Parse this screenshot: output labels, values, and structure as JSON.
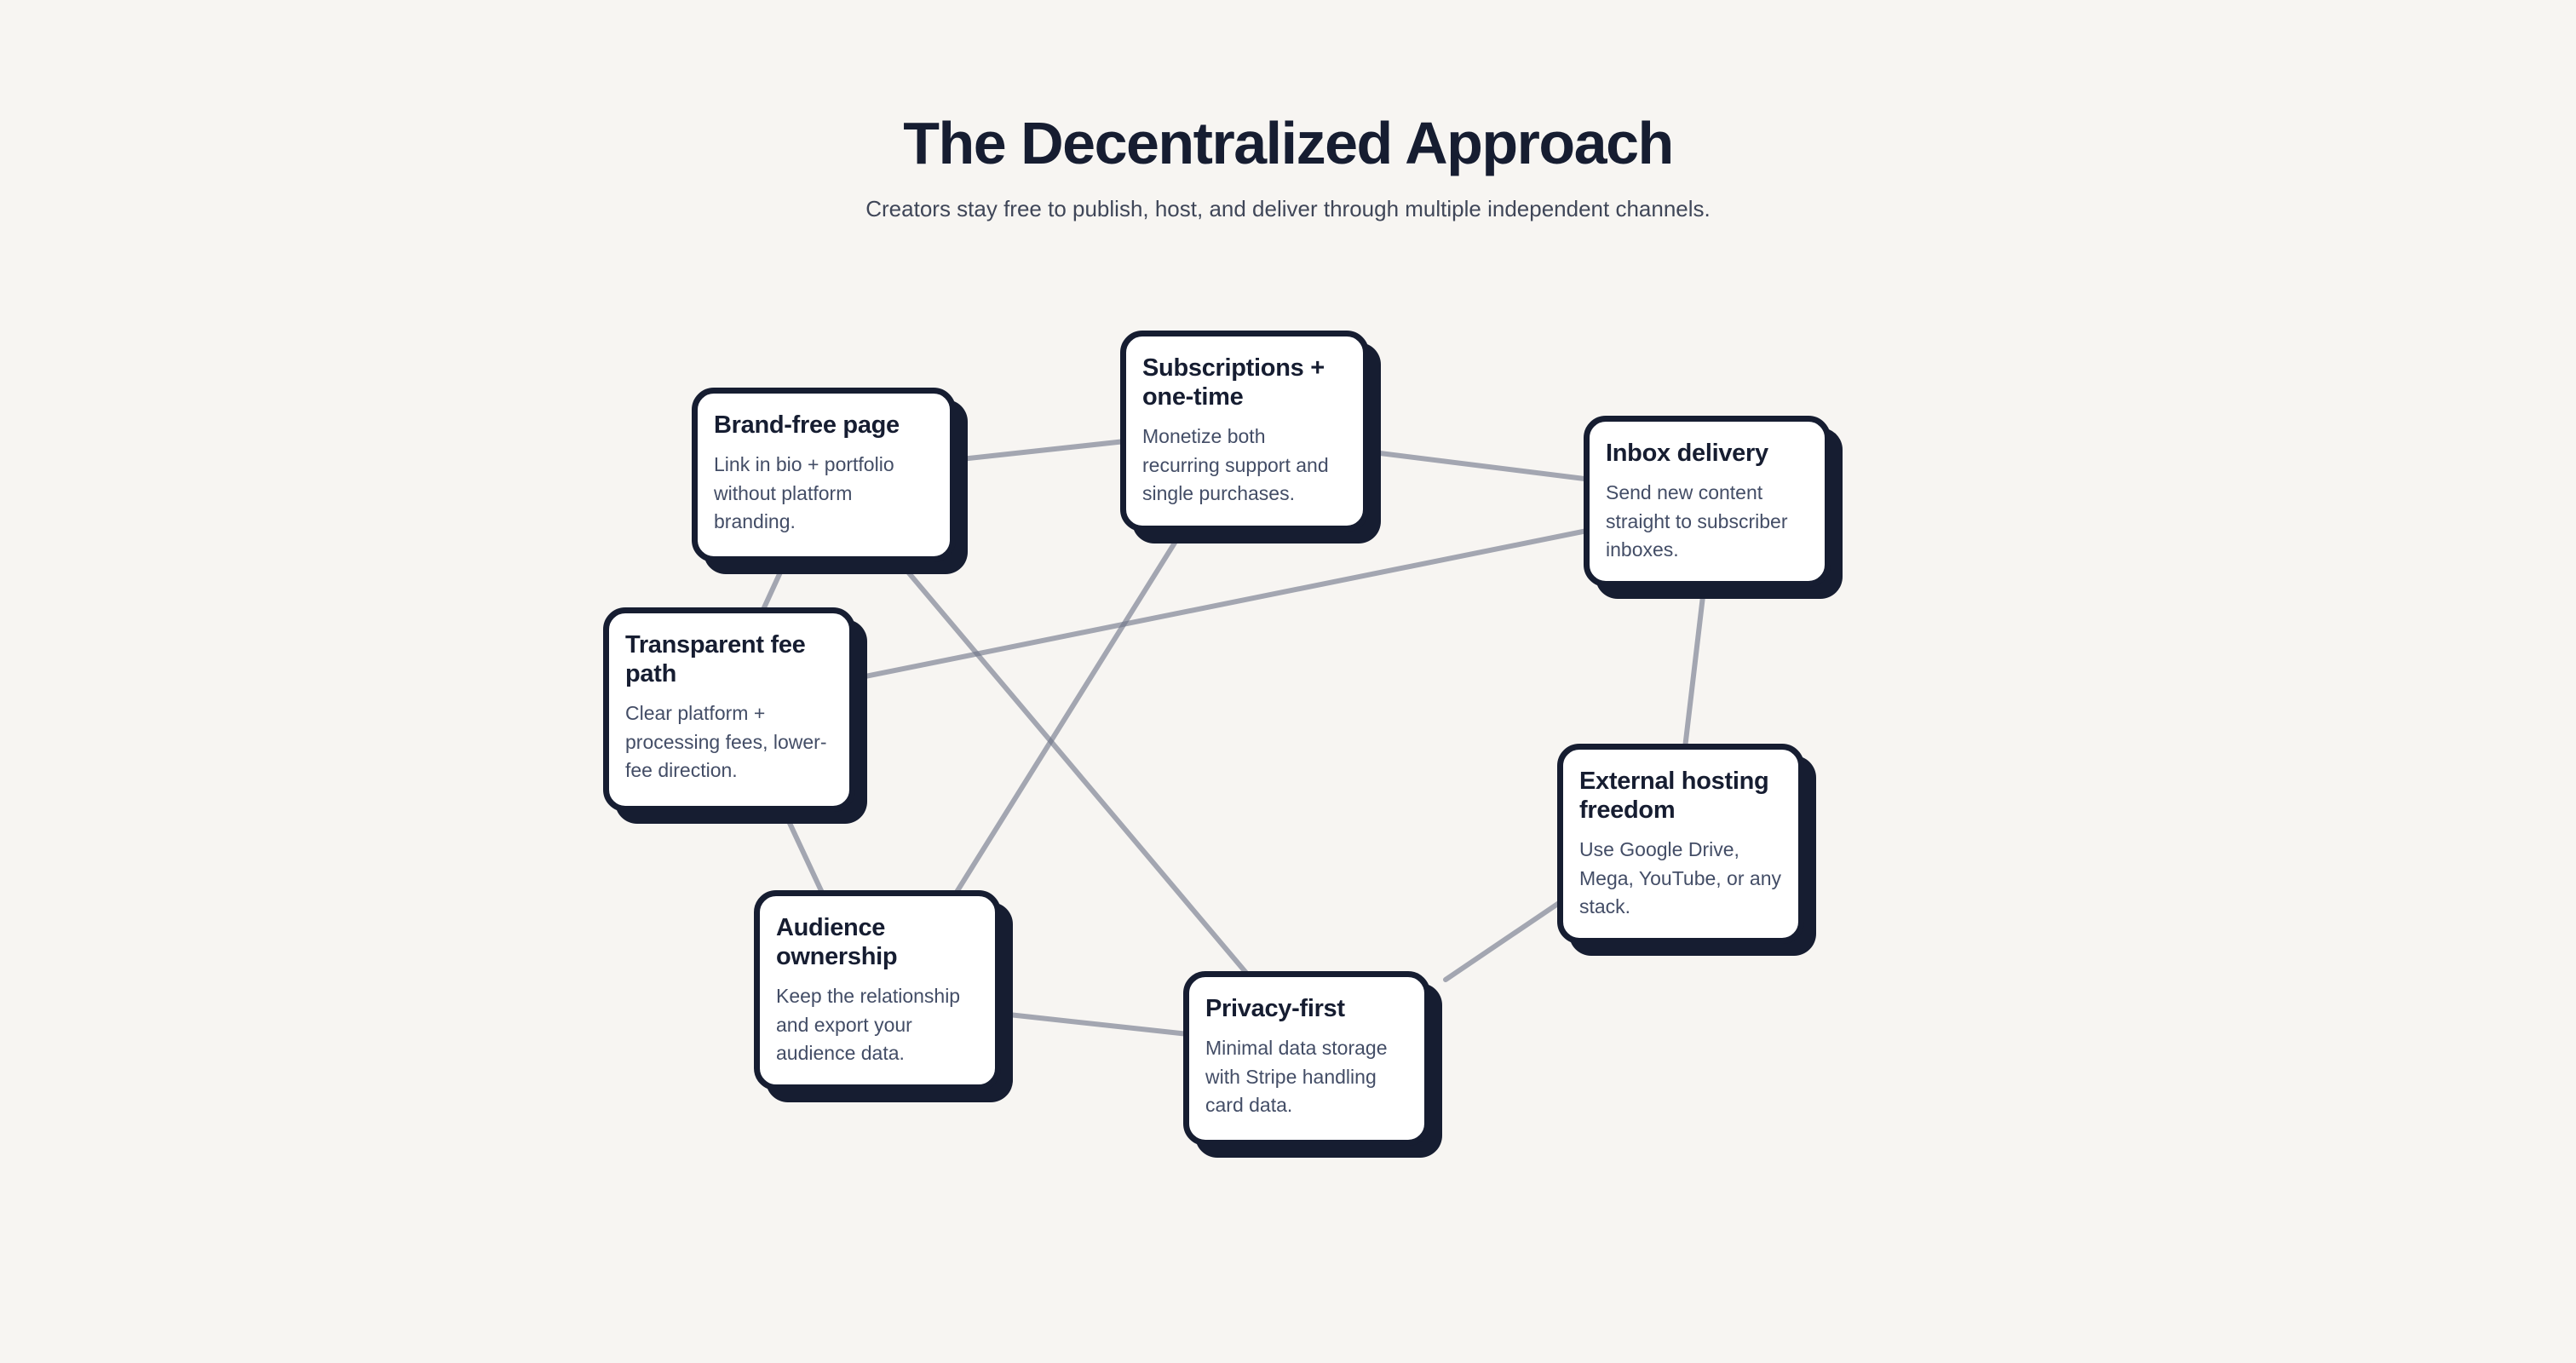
{
  "page": {
    "title": "The Decentralized Approach",
    "subtitle": "Creators stay free to publish, host, and deliver through multiple independent channels.",
    "colors": {
      "background": "#f7f5f2",
      "ink": "#161d31",
      "card_background": "#ffffff",
      "body_text": "#434d66",
      "connector_line": "#a6a9b2"
    }
  },
  "diagram": {
    "nodes": [
      {
        "id": "brand-free-page",
        "title": "Brand-free page",
        "body": "Link in bio + portfolio without platform branding."
      },
      {
        "id": "subscriptions-one-time",
        "title": "Subscriptions +\none-time",
        "body": "Monetize both recurring support and single purchases."
      },
      {
        "id": "inbox-delivery",
        "title": "Inbox delivery",
        "body": "Send new content straight to subscriber inboxes."
      },
      {
        "id": "transparent-fee-path",
        "title": "Transparent fee\npath",
        "body": "Clear platform + processing fees, lower-fee direction."
      },
      {
        "id": "external-hosting-freedom",
        "title": "External hosting\nfreedom",
        "body": "Use Google Drive, Mega, YouTube, or any stack."
      },
      {
        "id": "audience-ownership",
        "title": "Audience\nownership",
        "body": "Keep the relationship and export your audience data."
      },
      {
        "id": "privacy-first",
        "title": "Privacy-first",
        "body": "Minimal data storage with Stripe handling card data."
      }
    ],
    "edges": [
      {
        "from": "brand-free-page",
        "to": "subscriptions-one-time"
      },
      {
        "from": "brand-free-page",
        "to": "transparent-fee-path"
      },
      {
        "from": "brand-free-page",
        "to": "privacy-first"
      },
      {
        "from": "subscriptions-one-time",
        "to": "inbox-delivery"
      },
      {
        "from": "subscriptions-one-time",
        "to": "audience-ownership"
      },
      {
        "from": "transparent-fee-path",
        "to": "inbox-delivery"
      },
      {
        "from": "transparent-fee-path",
        "to": "audience-ownership"
      },
      {
        "from": "inbox-delivery",
        "to": "external-hosting-freedom"
      },
      {
        "from": "external-hosting-freedom",
        "to": "privacy-first"
      },
      {
        "from": "audience-ownership",
        "to": "privacy-first"
      }
    ]
  }
}
